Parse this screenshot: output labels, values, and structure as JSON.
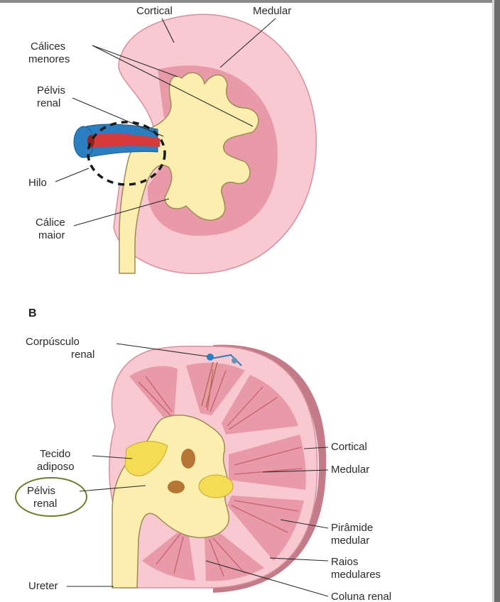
{
  "panel_a": {
    "labels": {
      "cortical": "Cortical",
      "medular": "Medular",
      "calices_menores_1": "Cálices",
      "calices_menores_2": "menores",
      "pelvis_1": "Pélvis",
      "pelvis_2": "renal",
      "hilo": "Hilo",
      "calice_maior_1": "Cálice",
      "calice_maior_2": "maior"
    }
  },
  "panel_b": {
    "letter": "B",
    "labels": {
      "corpusculo_1": "Corpúsculo",
      "corpusculo_2": "renal",
      "tecido_1": "Tecido",
      "tecido_2": "adiposo",
      "pelvis_1": "Pélvis",
      "pelvis_2": "renal",
      "ureter": "Ureter",
      "cortical": "Cortical",
      "medular": "Medular",
      "piramide_1": "Pirâmide",
      "piramide_2": "medular",
      "raios_1": "Raios",
      "raios_2": "medulares",
      "coluna": "Coluna renal"
    }
  },
  "colors": {
    "cortex": "#f8c9d0",
    "medulla": "#e99aa8",
    "pelvis": "#fbeeae",
    "pelvis_outline": "#9e8b55",
    "vein": "#2b7fc0",
    "artery": "#d63a3a",
    "fat": "#f4dc55",
    "highlight_ring": "#6e7d2a"
  }
}
